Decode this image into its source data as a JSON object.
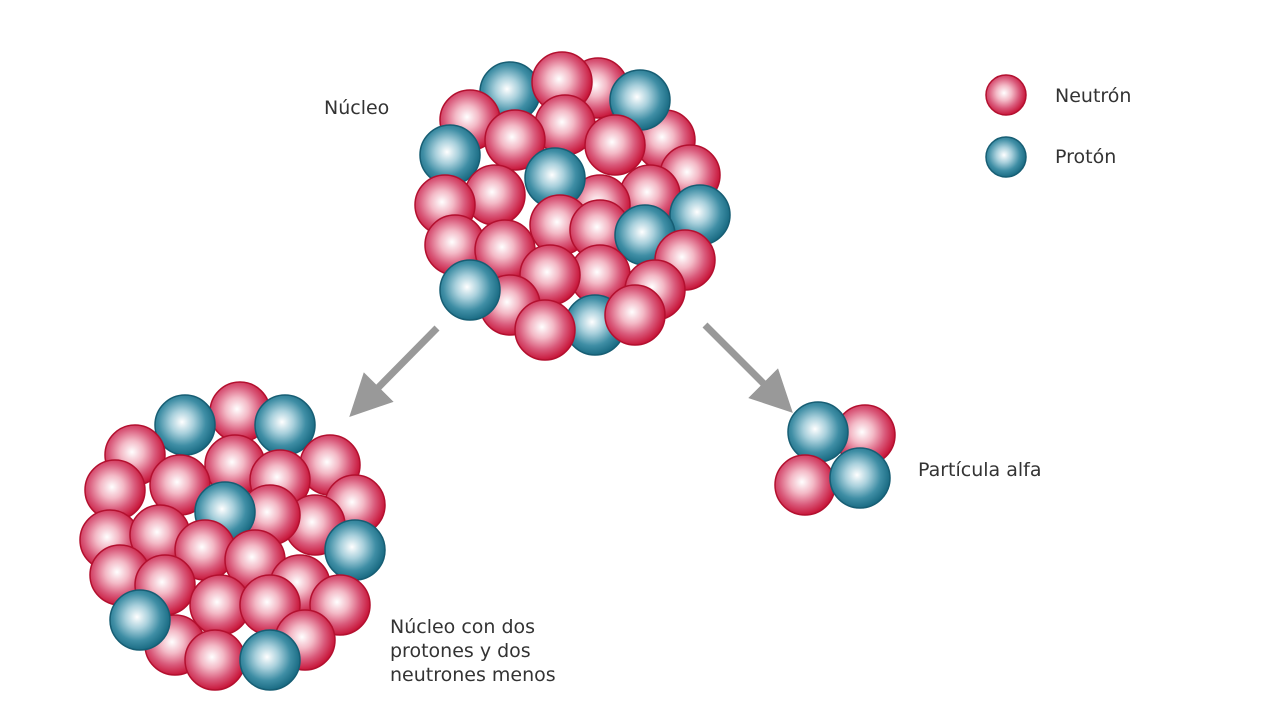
{
  "labels": {
    "nucleus": "Núcleo",
    "alpha_particle": "Partícula alfa",
    "resulting_nucleus": "Núcleo con dos protones y dos neutrones menos"
  },
  "legend": [
    {
      "label": "Neutrón",
      "type": "neutron"
    },
    {
      "label": "Protón",
      "type": "proton"
    }
  ],
  "colors": {
    "neutron_rim": "#c8173b",
    "neutron_core": "#f7c9d2",
    "proton_rim": "#1b6c84",
    "proton_core": "#bfdde5",
    "arrow": "#999999"
  },
  "alpha_particle": {
    "protons": 2,
    "neutrons": 2
  }
}
